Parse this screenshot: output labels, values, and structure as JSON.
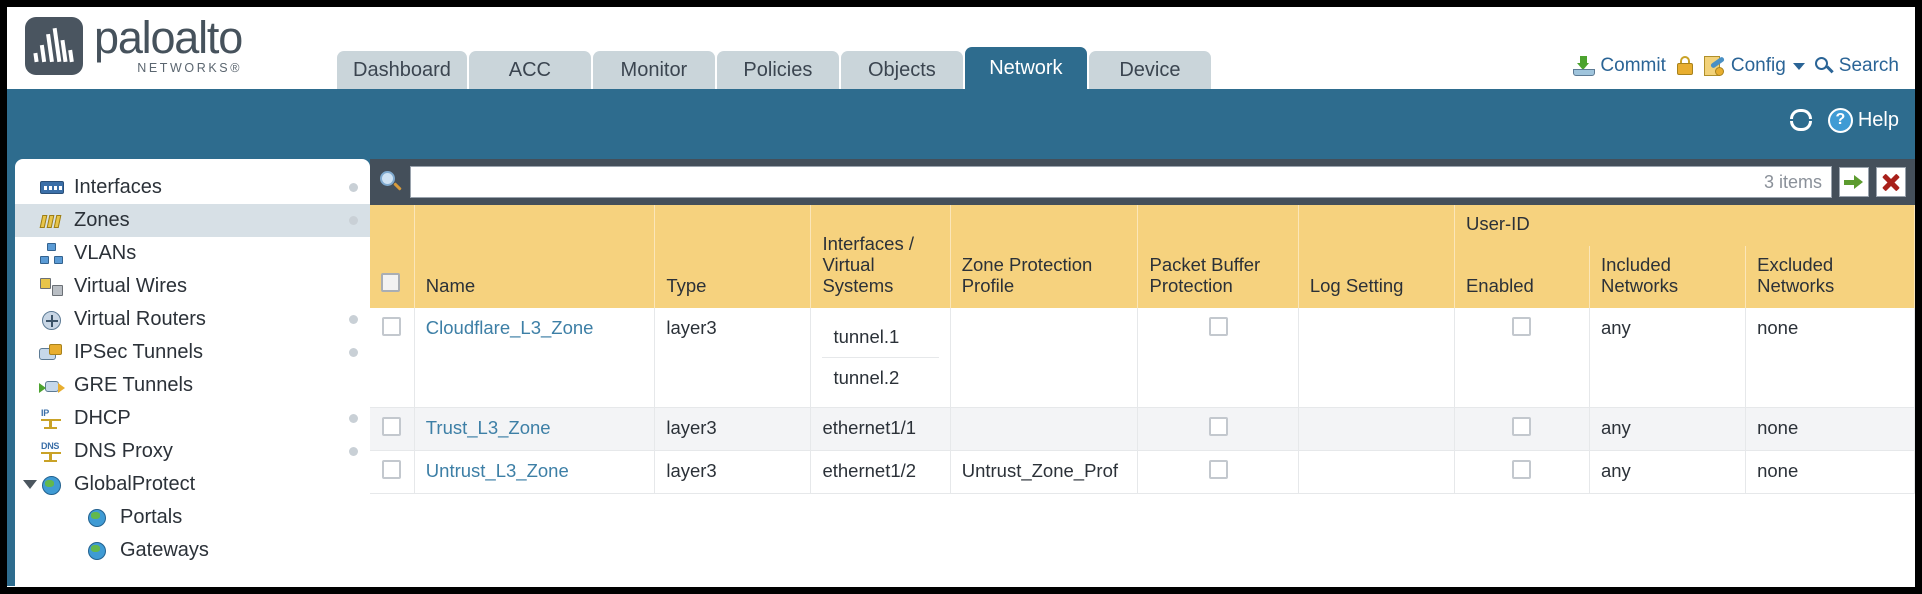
{
  "brand": {
    "name": "paloalto",
    "tagline": "NETWORKS®",
    "logo_icon": "paloalto-logo-icon"
  },
  "nav": {
    "tabs": [
      {
        "label": "Dashboard",
        "active": false
      },
      {
        "label": "ACC",
        "active": false
      },
      {
        "label": "Monitor",
        "active": false
      },
      {
        "label": "Policies",
        "active": false
      },
      {
        "label": "Objects",
        "active": false
      },
      {
        "label": "Network",
        "active": true
      },
      {
        "label": "Device",
        "active": false
      }
    ]
  },
  "top_actions": {
    "commit": {
      "label": "Commit",
      "icon": "commit-icon"
    },
    "lock": {
      "icon": "lock-icon"
    },
    "config": {
      "label": "Config",
      "icon": "config-icon",
      "caret": "chevron-down-icon"
    },
    "search": {
      "label": "Search",
      "icon": "search-icon"
    }
  },
  "blue_bar": {
    "refresh": {
      "icon": "refresh-icon"
    },
    "help": {
      "label": "Help",
      "icon": "help-icon",
      "glyph": "?"
    }
  },
  "sidebar": {
    "items": [
      {
        "label": "Interfaces",
        "icon": "interfaces-icon",
        "selected": false,
        "dot": true,
        "indent": false,
        "expander": false
      },
      {
        "label": "Zones",
        "icon": "zones-icon",
        "selected": true,
        "dot": true,
        "indent": false,
        "expander": false
      },
      {
        "label": "VLANs",
        "icon": "vlans-icon",
        "selected": false,
        "dot": false,
        "indent": false,
        "expander": false
      },
      {
        "label": "Virtual Wires",
        "icon": "virtual-wires-icon",
        "selected": false,
        "dot": false,
        "indent": false,
        "expander": false
      },
      {
        "label": "Virtual Routers",
        "icon": "virtual-routers-icon",
        "selected": false,
        "dot": true,
        "indent": false,
        "expander": false
      },
      {
        "label": "IPSec Tunnels",
        "icon": "ipsec-tunnels-icon",
        "selected": false,
        "dot": true,
        "indent": false,
        "expander": false
      },
      {
        "label": "GRE Tunnels",
        "icon": "gre-tunnels-icon",
        "selected": false,
        "dot": false,
        "indent": false,
        "expander": false
      },
      {
        "label": "DHCP",
        "icon": "dhcp-icon",
        "selected": false,
        "dot": true,
        "indent": false,
        "expander": false
      },
      {
        "label": "DNS Proxy",
        "icon": "dns-proxy-icon",
        "selected": false,
        "dot": true,
        "indent": false,
        "expander": false
      },
      {
        "label": "GlobalProtect",
        "icon": "globalprotect-icon",
        "selected": false,
        "dot": false,
        "indent": false,
        "expander": true
      },
      {
        "label": "Portals",
        "icon": "portals-icon",
        "selected": false,
        "dot": false,
        "indent": true,
        "expander": false
      },
      {
        "label": "Gateways",
        "icon": "gateways-icon",
        "selected": false,
        "dot": false,
        "indent": true,
        "expander": false
      }
    ]
  },
  "search": {
    "value": "",
    "placeholder": "",
    "items_count": "3 items",
    "apply_icon": "arrow-right-icon",
    "clear_icon": "close-icon",
    "magnifier_icon": "magnifier-icon"
  },
  "table": {
    "group_header": {
      "label": "User-ID",
      "span": 3
    },
    "columns": [
      "Name",
      "Type",
      "Interfaces / Virtual Systems",
      "Zone Protection Profile",
      "Packet Buffer Protection",
      "Log Setting",
      "Enabled",
      "Included Networks",
      "Excluded Networks"
    ],
    "rows": [
      {
        "selected": false,
        "name": "Cloudflare_L3_Zone",
        "type": "layer3",
        "interfaces": [
          "tunnel.1",
          "tunnel.2"
        ],
        "zone_protection_profile": "",
        "packet_buffer_protection": false,
        "log_setting": "",
        "userid_enabled": false,
        "included_networks": "any",
        "excluded_networks": "none"
      },
      {
        "selected": false,
        "name": "Trust_L3_Zone",
        "type": "layer3",
        "interfaces": [
          "ethernet1/1"
        ],
        "zone_protection_profile": "",
        "packet_buffer_protection": false,
        "log_setting": "",
        "userid_enabled": false,
        "included_networks": "any",
        "excluded_networks": "none"
      },
      {
        "selected": false,
        "name": "Untrust_L3_Zone",
        "type": "layer3",
        "interfaces": [
          "ethernet1/2"
        ],
        "zone_protection_profile": "Untrust_Zone_Prof",
        "packet_buffer_protection": false,
        "log_setting": "",
        "userid_enabled": false,
        "included_networks": "any",
        "excluded_networks": "none"
      }
    ]
  },
  "colors": {
    "brand_blue": "#2E6C8E",
    "header_amber": "#F6D27E",
    "group_amber": "#D9A93E",
    "panel_slate": "#444F5A",
    "link_blue": "#3D7FA6"
  }
}
